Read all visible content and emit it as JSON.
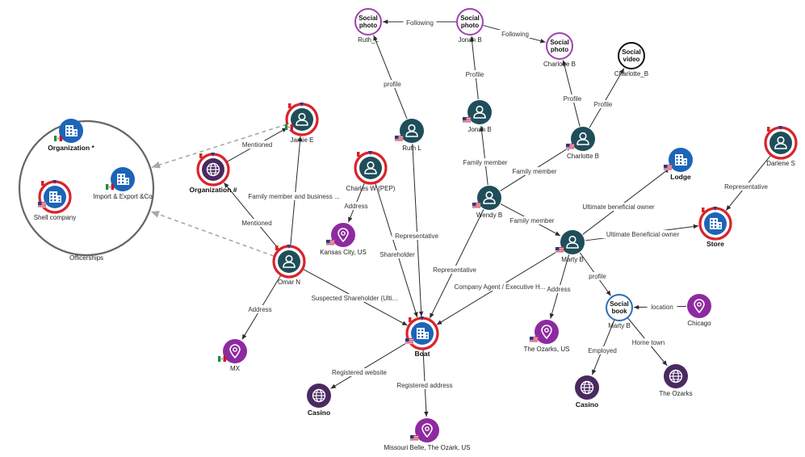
{
  "colors": {
    "person": "#1f4e5a",
    "location": "#8e2aa0",
    "web": "#4a2960",
    "company": "#1d64b8",
    "risk_ring": "#d9232b",
    "social_photo": "#a040b0",
    "social_book": "#2a6fb0",
    "social_video": "#111111",
    "officerships_circle": "#666666",
    "edge": "#2b2b2b",
    "dashed_edge": "#a8a8a8"
  },
  "group": {
    "label": "Officerships"
  },
  "nodes": [
    {
      "id": "org_star",
      "label": "Organization *",
      "kind": "company",
      "icon": "building-icon",
      "flag": "mx",
      "ring": false
    },
    {
      "id": "impexp",
      "label": "Import & Export &Co",
      "kind": "company",
      "icon": "building-icon",
      "flag": "mx",
      "ring": false
    },
    {
      "id": "shell",
      "label": "Shell company",
      "kind": "company",
      "icon": "building-icon",
      "flag": "us",
      "ring": true
    },
    {
      "id": "org_hash",
      "label": "Organization #",
      "kind": "web",
      "icon": "globe-icon",
      "flag": "",
      "ring": true
    },
    {
      "id": "jamie",
      "label": "Jamie E",
      "kind": "person",
      "icon": "person-icon",
      "flag": "mx",
      "ring": true
    },
    {
      "id": "omar",
      "label": "Omar N",
      "kind": "person",
      "icon": "person-icon",
      "flag": "",
      "ring": true
    },
    {
      "id": "mx",
      "label": "MX",
      "kind": "location",
      "icon": "pin-icon",
      "flag": "mx",
      "ring": false
    },
    {
      "id": "charles",
      "label": "Charles W (PEP)",
      "kind": "person",
      "icon": "person-icon",
      "flag": "",
      "ring": true
    },
    {
      "id": "kc",
      "label": "Kansas City, US",
      "kind": "location",
      "icon": "pin-icon",
      "flag": "us",
      "ring": false
    },
    {
      "id": "ruthl",
      "label": "Ruth L",
      "kind": "person",
      "icon": "person-icon",
      "flag": "us",
      "ring": false
    },
    {
      "id": "ruth_sp",
      "label": "Ruth_L",
      "kind": "social",
      "social_lines": [
        "Social",
        "photo"
      ],
      "style": "photo"
    },
    {
      "id": "jonah_sp",
      "label": "Jonah B",
      "kind": "social",
      "social_lines": [
        "Social",
        "photo"
      ],
      "style": "photo"
    },
    {
      "id": "charlotte_sp",
      "label": "Charlotte B",
      "kind": "social",
      "social_lines": [
        "Social",
        "photo"
      ],
      "style": "photo"
    },
    {
      "id": "charlotte_sv",
      "label": "Charlotte_B",
      "kind": "social",
      "social_lines": [
        "Social",
        "video"
      ],
      "style": "video"
    },
    {
      "id": "jonahb",
      "label": "Jonah B",
      "kind": "person",
      "icon": "person-icon",
      "flag": "us",
      "ring": false
    },
    {
      "id": "charlotteb",
      "label": "Charlotte B",
      "kind": "person",
      "icon": "person-icon",
      "flag": "us",
      "ring": false
    },
    {
      "id": "wendyb",
      "label": "Wendy B",
      "kind": "person",
      "icon": "person-icon",
      "flag": "us",
      "ring": false
    },
    {
      "id": "martyb",
      "label": "Marty B",
      "kind": "person",
      "icon": "person-icon",
      "flag": "us",
      "ring": false
    },
    {
      "id": "lodge",
      "label": "Lodge",
      "kind": "company",
      "icon": "building-icon",
      "flag": "us",
      "ring": false
    },
    {
      "id": "darlene",
      "label": "Darlene S",
      "kind": "person",
      "icon": "person-icon",
      "flag": "",
      "ring": true
    },
    {
      "id": "store",
      "label": "Store",
      "kind": "company",
      "icon": "building-icon",
      "flag": "",
      "ring": true
    },
    {
      "id": "boat",
      "label": "Boat",
      "kind": "company",
      "icon": "building-icon",
      "flag": "us",
      "ring": true
    },
    {
      "id": "ozarks_us",
      "label": "The Ozarks, US",
      "kind": "location",
      "icon": "pin-icon",
      "flag": "us",
      "ring": false
    },
    {
      "id": "social_book",
      "label": "Marty B",
      "kind": "social",
      "social_lines": [
        "Social",
        "book"
      ],
      "style": "book"
    },
    {
      "id": "chicago",
      "label": "Chicago",
      "kind": "location",
      "icon": "pin-icon",
      "flag": "",
      "ring": false
    },
    {
      "id": "casino_r",
      "label": "Casino",
      "kind": "web",
      "icon": "globe-icon",
      "flag": "",
      "ring": false
    },
    {
      "id": "ozarks",
      "label": "The Ozarks",
      "kind": "web",
      "icon": "globe-icon",
      "flag": "",
      "ring": false
    },
    {
      "id": "casino_l",
      "label": "Casino",
      "kind": "web",
      "icon": "globe-icon",
      "flag": "",
      "ring": false
    },
    {
      "id": "missouri",
      "label": "Missouri Belle, The Ozark, US",
      "kind": "location",
      "icon": "pin-icon",
      "flag": "us",
      "ring": false
    }
  ],
  "edges": [
    {
      "from": "jamie",
      "to": "group",
      "label": "",
      "dashed": true
    },
    {
      "from": "omar",
      "to": "group",
      "label": "",
      "dashed": true
    },
    {
      "from": "org_hash",
      "to": "jamie",
      "label": "Mentioned",
      "dashed": false
    },
    {
      "from": "omar",
      "to": "org_hash",
      "label": "Mentioned",
      "dashed": false
    },
    {
      "from": "omar",
      "to": "jamie",
      "label": "Family member and business ...",
      "dashed": false
    },
    {
      "from": "omar",
      "to": "mx",
      "label": "Address",
      "dashed": false
    },
    {
      "from": "omar",
      "to": "boat",
      "label": "Suspected Shareholder (Ulti...",
      "dashed": false
    },
    {
      "from": "charles",
      "to": "kc",
      "label": "Address",
      "dashed": false
    },
    {
      "from": "charles",
      "to": "boat",
      "label": "Shareholder",
      "dashed": false
    },
    {
      "from": "ruthl",
      "to": "ruth_sp",
      "label": "profile",
      "dashed": false
    },
    {
      "from": "ruthl",
      "to": "boat",
      "label": "Representative",
      "dashed": false
    },
    {
      "from": "jonah_sp",
      "to": "ruth_sp",
      "label": "Following",
      "dashed": false
    },
    {
      "from": "jonah_sp",
      "to": "charlotte_sp",
      "label": "Following",
      "dashed": false
    },
    {
      "from": "jonahb",
      "to": "jonah_sp",
      "label": "Profile",
      "dashed": false
    },
    {
      "from": "wendyb",
      "to": "jonahb",
      "label": "Family member",
      "dashed": false
    },
    {
      "from": "wendyb",
      "to": "charlotteb",
      "label": "Family member",
      "dashed": false
    },
    {
      "from": "wendyb",
      "to": "martyb",
      "label": "Family member",
      "dashed": false
    },
    {
      "from": "wendyb",
      "to": "boat",
      "label": "Representative",
      "dashed": false
    },
    {
      "from": "charlotteb",
      "to": "charlotte_sp",
      "label": "Profile",
      "dashed": false
    },
    {
      "from": "charlotteb",
      "to": "charlotte_sv",
      "label": "Profile",
      "dashed": false
    },
    {
      "from": "martyb",
      "to": "lodge",
      "label": "Ultimate beneficial owner",
      "dashed": false
    },
    {
      "from": "martyb",
      "to": "store",
      "label": "Ultimate Beneficial owner",
      "dashed": false
    },
    {
      "from": "martyb",
      "to": "boat",
      "label": "Company Agent / Executive H...",
      "dashed": false
    },
    {
      "from": "martyb",
      "to": "ozarks_us",
      "label": "Address",
      "dashed": false
    },
    {
      "from": "martyb",
      "to": "social_book",
      "label": "profile",
      "dashed": false
    },
    {
      "from": "darlene",
      "to": "store",
      "label": "Representative",
      "dashed": false
    },
    {
      "from": "chicago",
      "to": "social_book",
      "label": "location",
      "dashed": false
    },
    {
      "from": "social_book",
      "to": "casino_r",
      "label": "Employed",
      "dashed": false
    },
    {
      "from": "social_book",
      "to": "ozarks",
      "label": "Home town",
      "dashed": false
    },
    {
      "from": "boat",
      "to": "casino_l",
      "label": "Registered website",
      "dashed": false
    },
    {
      "from": "boat",
      "to": "missouri",
      "label": "Registered address",
      "dashed": false
    }
  ]
}
